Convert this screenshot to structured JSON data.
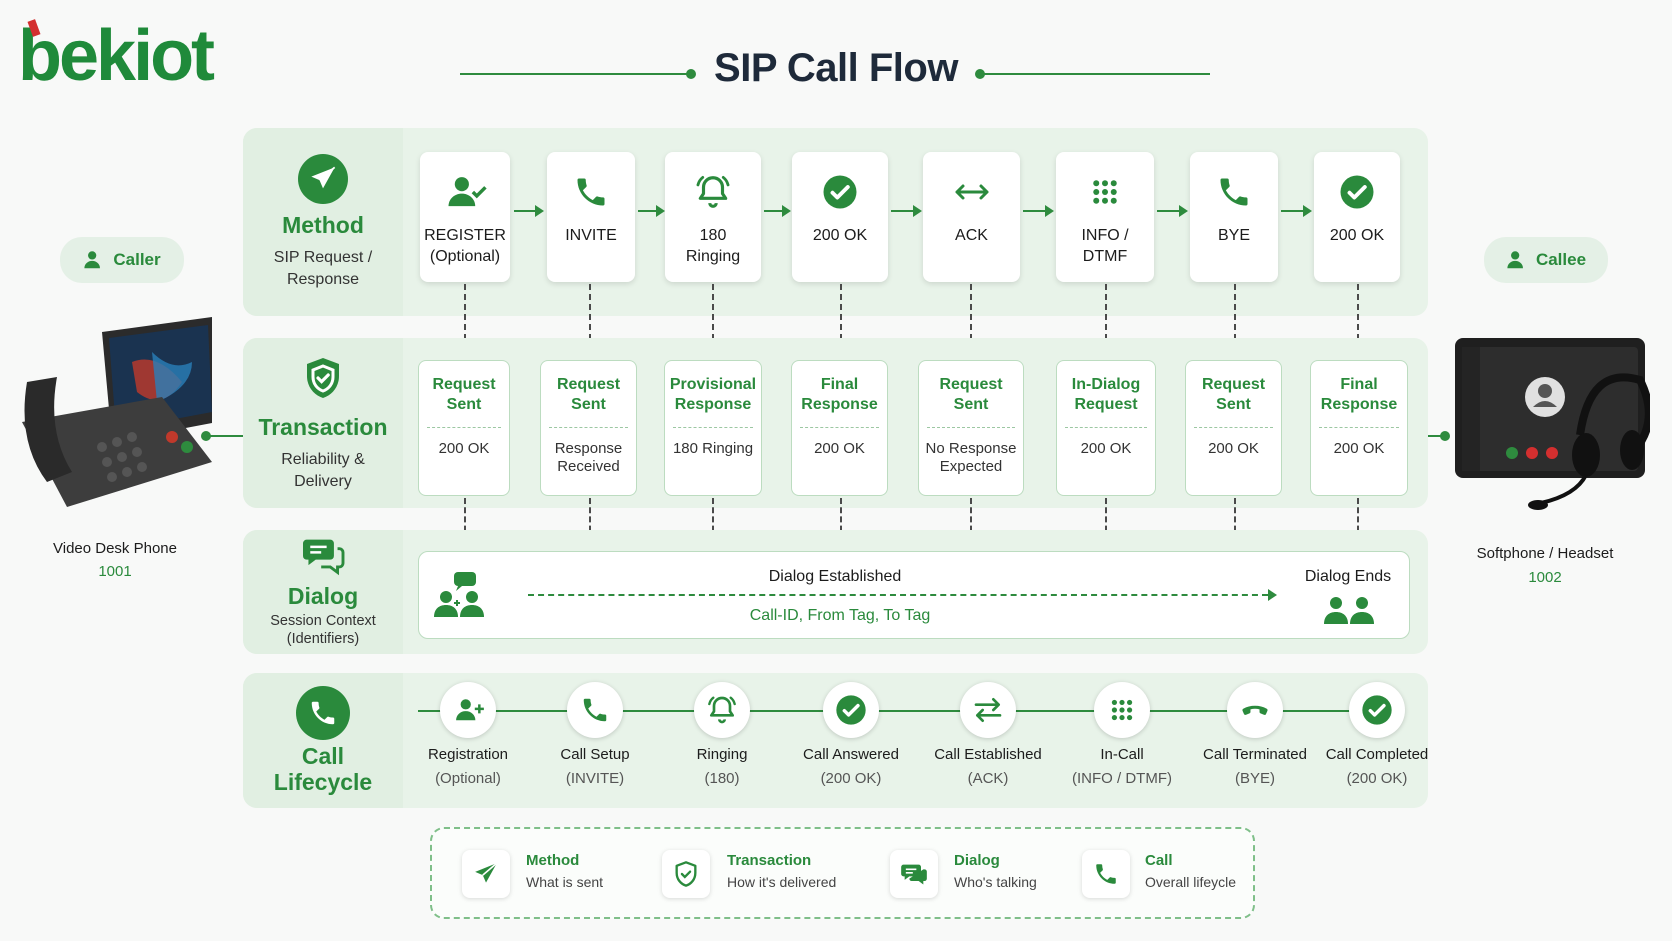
{
  "brand": {
    "logo_text": "bekiot",
    "green": "#1f8a3a",
    "red": "#d32f2f"
  },
  "title": "SIP Call Flow",
  "caller": {
    "role": "Caller",
    "device": "Video Desk Phone",
    "ext": "1001"
  },
  "callee": {
    "role": "Callee",
    "device": "Softphone / Headset",
    "ext": "1002"
  },
  "method": {
    "title": "Method",
    "subtitle_1": "SIP Request /",
    "subtitle_2": "Response",
    "items": [
      {
        "line1": "REGISTER",
        "line2": "(Optional)",
        "icon": "user-check-icon"
      },
      {
        "line1": "INVITE",
        "line2": "",
        "icon": "phone-icon"
      },
      {
        "line1": "180",
        "line2": "Ringing",
        "icon": "bell-icon"
      },
      {
        "line1": "200 OK",
        "line2": "",
        "icon": "check-circle-icon"
      },
      {
        "line1": "ACK",
        "line2": "",
        "icon": "left-right-arrow-icon"
      },
      {
        "line1": "INFO /",
        "line2": "DTMF",
        "icon": "keypad-icon"
      },
      {
        "line1": "BYE",
        "line2": "",
        "icon": "phone-icon"
      },
      {
        "line1": "200 OK",
        "line2": "",
        "icon": "check-circle-icon"
      }
    ]
  },
  "transaction": {
    "title": "Transaction",
    "subtitle_1": "Reliability &",
    "subtitle_2": "Delivery",
    "items": [
      {
        "top1": "Request",
        "top2": "Sent",
        "bottom1": "200 OK",
        "bottom2": ""
      },
      {
        "top1": "Request",
        "top2": "Sent",
        "bottom1": "Response",
        "bottom2": "Received"
      },
      {
        "top1": "Provisional",
        "top2": "Response",
        "bottom1": "180 Ringing",
        "bottom2": ""
      },
      {
        "top1": "Final",
        "top2": "Response",
        "bottom1": "200 OK",
        "bottom2": ""
      },
      {
        "top1": "Request",
        "top2": "Sent",
        "bottom1": "No Response",
        "bottom2": "Expected"
      },
      {
        "top1": "In-Dialog",
        "top2": "Request",
        "bottom1": "200 OK",
        "bottom2": ""
      },
      {
        "top1": "Request",
        "top2": "Sent",
        "bottom1": "200 OK",
        "bottom2": ""
      },
      {
        "top1": "Final",
        "top2": "Response",
        "bottom1": "200 OK",
        "bottom2": ""
      }
    ]
  },
  "dialog": {
    "title": "Dialog",
    "subtitle_1": "Session Context",
    "subtitle_2": "(Identifiers)",
    "established": "Dialog Established",
    "ends": "Dialog Ends",
    "identifiers": "Call-ID, From Tag, To Tag"
  },
  "lifecycle": {
    "title_1": "Call",
    "title_2": "Lifecycle",
    "items": [
      {
        "name": "Registration",
        "sub": "(Optional)",
        "icon": "user-plus-icon"
      },
      {
        "name": "Call Setup",
        "sub": "(INVITE)",
        "icon": "phone-icon"
      },
      {
        "name": "Ringing",
        "sub": "(180)",
        "icon": "bell-icon"
      },
      {
        "name": "Call Answered",
        "sub": "(200 OK)",
        "icon": "check-circle-icon"
      },
      {
        "name": "Call Established",
        "sub": "(ACK)",
        "icon": "exchange-icon"
      },
      {
        "name": "In-Call",
        "sub": "(INFO / DTMF)",
        "icon": "keypad-icon"
      },
      {
        "name": "Call Terminated",
        "sub": "(BYE)",
        "icon": "hangup-icon"
      },
      {
        "name": "Call Completed",
        "sub": "(200 OK)",
        "icon": "check-circle-icon"
      }
    ]
  },
  "legend": [
    {
      "title": "Method",
      "desc": "What is sent",
      "icon": "paper-plane-icon"
    },
    {
      "title": "Transaction",
      "desc": "How it's delivered",
      "icon": "shield-icon"
    },
    {
      "title": "Dialog",
      "desc": "Who's talking",
      "icon": "chat-icon"
    },
    {
      "title": "Call",
      "desc": "Overall lifeycle",
      "icon": "phone-icon"
    }
  ]
}
